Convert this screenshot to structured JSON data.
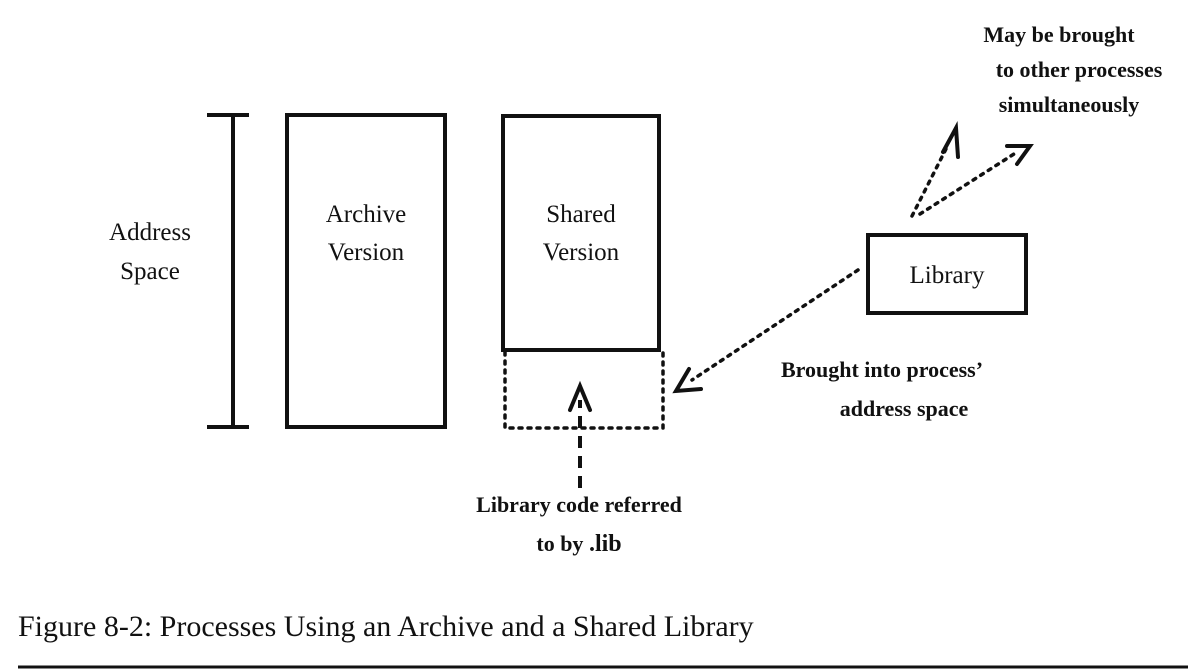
{
  "labels": {
    "address_space_line1": "Address",
    "address_space_line2": "Space",
    "archive_line1": "Archive",
    "archive_line2": "Version",
    "shared_line1": "Shared",
    "shared_line2": "Version",
    "library": "Library",
    "simultaneous_line1": "May be brought",
    "simultaneous_line2": "to other processes",
    "simultaneous_line3": "simultaneously",
    "brought_line1": "Brought into process’",
    "brought_line2": "address space",
    "code_line1": "Library code referred",
    "code_line2_prefix": "to by ",
    "code_line2_bold": ".lib"
  },
  "caption": "Figure 8-2: Processes Using an Archive and a Shared Library"
}
